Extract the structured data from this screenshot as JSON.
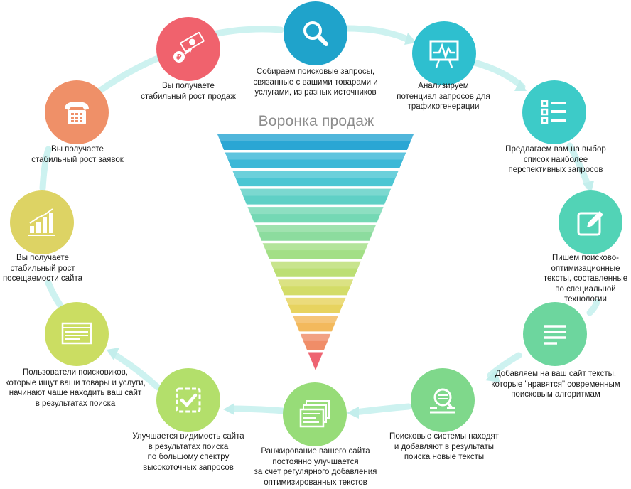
{
  "funnel": {
    "title": "Воронка продаж",
    "band_colors": [
      "#2aa6d4",
      "#3cb8d7",
      "#4cc6d3",
      "#5fd0c6",
      "#74d8b4",
      "#8cdc9e",
      "#a3df86",
      "#bcdf74",
      "#d3dc68",
      "#e7d35f",
      "#f3b95c",
      "#f08d68",
      "#ee6472"
    ]
  },
  "steps": [
    {
      "id": "collect",
      "text": "Собираем поисковые запросы,\nсвязанные с вашими товарами и\nуслугами, из разных источников",
      "color": "#1fa3cb",
      "icon": "search"
    },
    {
      "id": "analyze",
      "text": "Анализируем\nпотенциал запросов для\nтрафикогенерации",
      "color": "#2ebfcf",
      "icon": "monitor-chart"
    },
    {
      "id": "offer",
      "text": "Предлагаем вам на выбор\nсписок наиболее\nперспективных запросов",
      "color": "#3dcbc8",
      "icon": "list"
    },
    {
      "id": "write",
      "text": "Пишем поисково-\nоптимизационные\nтексты, составленные\nпо специальной\nтехнологии",
      "color": "#52d3b6",
      "icon": "edit"
    },
    {
      "id": "add",
      "text": "Добавляем на ваш сайт тексты,\nкоторые \"нравятся\" современным\nпоисковым алгоритмам",
      "color": "#6dd69e",
      "icon": "text-lines"
    },
    {
      "id": "index",
      "text": "Поисковые системы находят\nи добавляют в результаты\nпоиска новые тексты",
      "color": "#7fd88b",
      "icon": "magnifier-doc"
    },
    {
      "id": "ranking",
      "text": "Ранжирование вашего сайта\nпостоянно улучшается\nза счет регулярного добавления\nоптимизированных текстов",
      "color": "#97dc78",
      "icon": "pages"
    },
    {
      "id": "visibility",
      "text": "Улучшается видимость сайта\nв результатах поиска\nпо большому спектру\nвысокоточных запросов",
      "color": "#b3df6b",
      "icon": "checkbox"
    },
    {
      "id": "users",
      "text": "Пользователи поисковиков,\nкоторые ищут ваши товары и услуги,\nначинают чаше находить ваш сайт\nв результатах поиска",
      "color": "#cbdd62",
      "icon": "webpage"
    },
    {
      "id": "traffic",
      "text": "Вы получаете\nстабильный рост\nпосещаемости сайта",
      "color": "#ddd364",
      "icon": "bar-chart"
    },
    {
      "id": "requests",
      "text": "Вы получаете\nстабильный рост заявок",
      "color": "#ef9068",
      "icon": "phone"
    },
    {
      "id": "sales",
      "text": "Вы получаете\nстабильный рост продаж",
      "color": "#f0626d",
      "icon": "money"
    }
  ]
}
